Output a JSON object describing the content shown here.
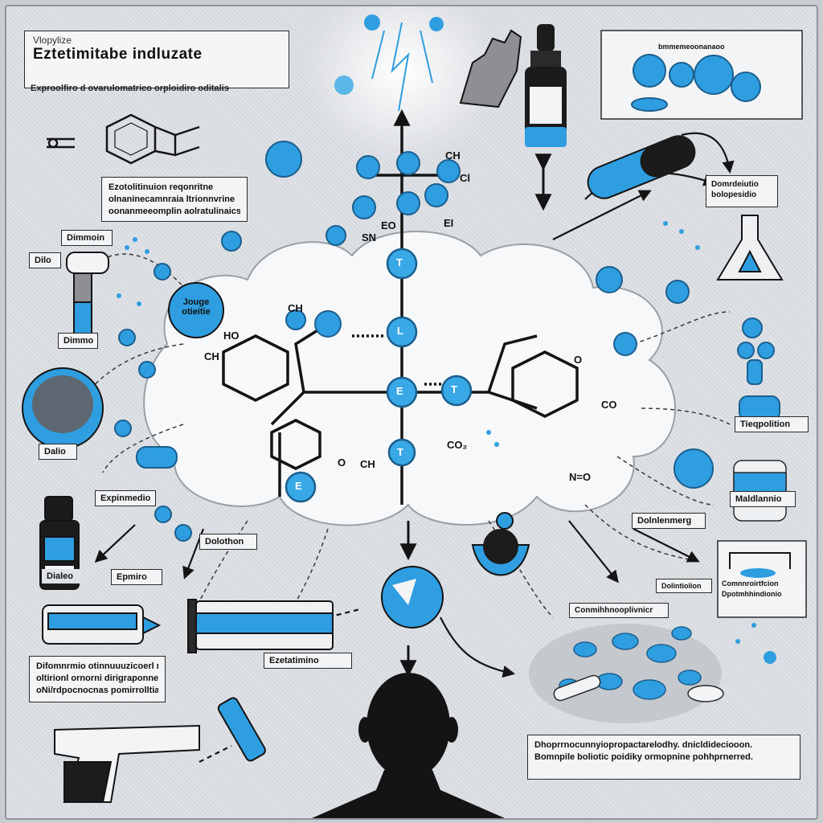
{
  "title": {
    "kicker": "Vlopylize",
    "main": "Eztetimitabe indluzate",
    "subtitle": "Exproolfiro d ovarulomatrico orploidiro oditalis"
  },
  "notes": {
    "upper_left": [
      "Ezotolitinuion reqonritne",
      "olnaninecamnraia ltrionnvrine",
      "oonanmeeomplin aolratulinaics"
    ],
    "lower_left": [
      "Difomnrmio otinnuuuzicoerl nrlinl",
      "oltirionl ornorni dirigraponne",
      "oNi/rdpocnocnas pomirrolltiat."
    ],
    "bottom_right": [
      "Dhoprrnocunnyiopropactarelodhy. dnicldideciooon.",
      "Bomnpile boliotic poidiky ormopnine pohhprnerred."
    ]
  },
  "labels": {
    "dimmoin": "Dimmoin",
    "dilo": "Dilo",
    "dimmo": "Dimmo",
    "dalio": "Dalio",
    "jouge": "Jouge",
    "jouge_sub": "otieitie",
    "expinmedio": "Expinmedio",
    "dolothon": "Dolothon",
    "epmiro": "Epmiro",
    "ezetimibe": "Ezetatimino",
    "dialeo": "Dialeo",
    "top_right": "bmmemeoonanaoo",
    "right_upper": [
      "Domrdeiutio",
      "bolopesidio"
    ],
    "tieqpolition": "Tieqpolition",
    "maldiannio": "Maldlannio",
    "dolntennmerg": "Dolnlenmerg",
    "right_mid": [
      "Comnnroirtfcion",
      "Dpotmhhindionio"
    ],
    "bottom_center": "Conmihhnooplivnicr",
    "dolintiolion": "Dolintiolion"
  },
  "chem_labels": {
    "ch_top": "CH",
    "ch_left": "CH",
    "ch_mid": "CH",
    "cl_top": "Cl",
    "ei": "EI",
    "sn": "SN",
    "eo": "EO",
    "co": "CO",
    "o1": "O",
    "o2": "O",
    "co2": "CO₂",
    "n_eq": "N=O",
    "nh": "HO",
    "ch_right": "CH"
  },
  "center_nodes": [
    "T",
    "L",
    "E",
    "T",
    "T",
    "E"
  ],
  "colors": {
    "node_blue": "#2f9ee0",
    "node_dark": "#1b5f8f",
    "ink": "#141414",
    "cloud": "#f7f8f9"
  },
  "icons": [
    "dropper-bottle-icon",
    "glove-icon",
    "capsule-icon",
    "vial-icon",
    "syringe-icon",
    "pistol-icon",
    "person-silhouette-icon",
    "pill-pile-icon",
    "cartridge-icon",
    "flask-icon"
  ]
}
